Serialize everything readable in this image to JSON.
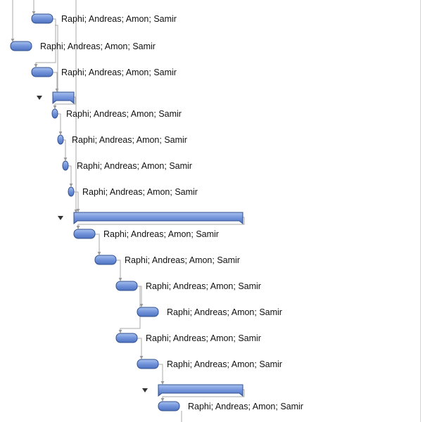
{
  "view": "gantt-chart",
  "colors": {
    "task_fill": "#7495d6",
    "task_stroke": "#2f4f8f",
    "connector": "#a9a9a9",
    "triangle": "#333333"
  },
  "rows": [
    {
      "type": "task",
      "resources": "Raphi; Andreas; Amon; Samir"
    },
    {
      "type": "task",
      "resources": "Raphi; Andreas; Amon; Samir"
    },
    {
      "type": "task",
      "resources": "Raphi; Andreas; Amon; Samir"
    },
    {
      "type": "summary",
      "expanded": true
    },
    {
      "type": "task",
      "resources": "Raphi; Andreas; Amon; Samir"
    },
    {
      "type": "task",
      "resources": "Raphi; Andreas; Amon; Samir"
    },
    {
      "type": "task",
      "resources": "Raphi; Andreas; Amon; Samir"
    },
    {
      "type": "task",
      "resources": "Raphi; Andreas; Amon; Samir"
    },
    {
      "type": "summary",
      "expanded": true
    },
    {
      "type": "task",
      "resources": "Raphi; Andreas; Amon; Samir"
    },
    {
      "type": "task",
      "resources": "Raphi; Andreas; Amon; Samir"
    },
    {
      "type": "task",
      "resources": "Raphi; Andreas; Amon; Samir"
    },
    {
      "type": "task",
      "resources": "Raphi; Andreas; Amon; Samir"
    },
    {
      "type": "task",
      "resources": "Raphi; Andreas; Amon; Samir"
    },
    {
      "type": "task",
      "resources": "Raphi; Andreas; Amon; Samir"
    },
    {
      "type": "summary",
      "expanded": true
    },
    {
      "type": "task",
      "resources": "Raphi; Andreas; Amon; Samir"
    }
  ]
}
